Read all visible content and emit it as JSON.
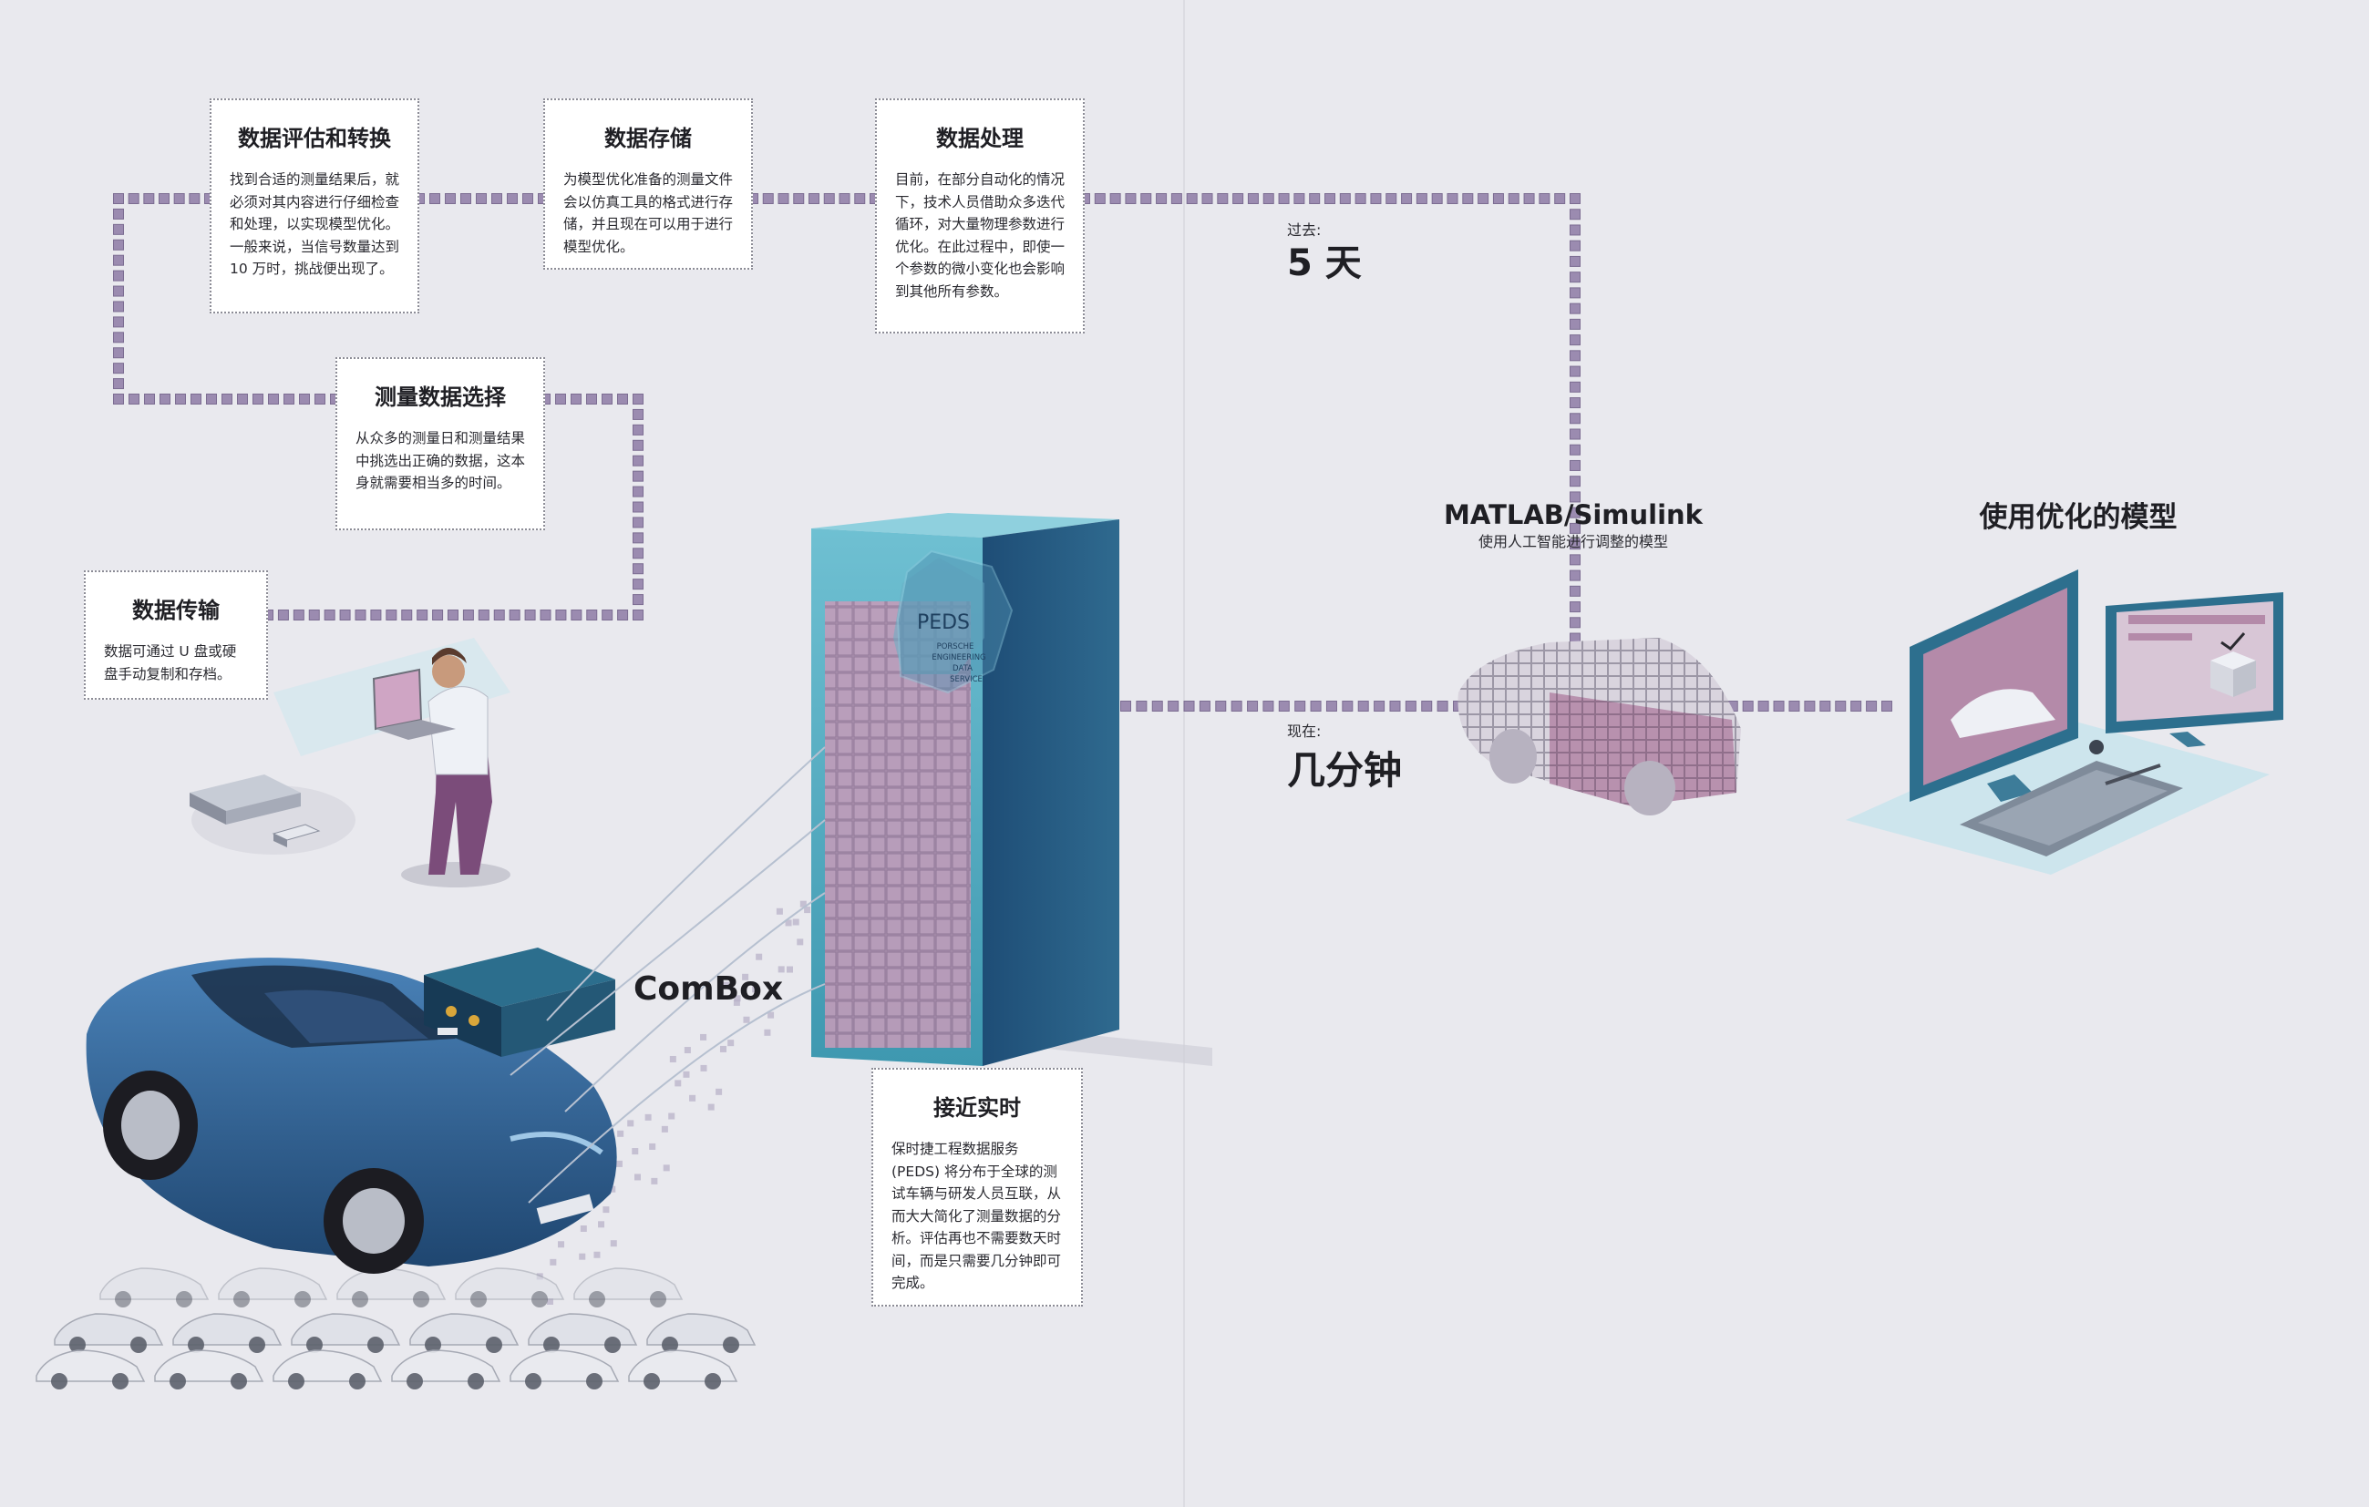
{
  "cards": {
    "eval": {
      "title": "数据评估和转换",
      "body": "找到合适的测量结果后，就必须对其内容进行仔细检查和处理，以实现模型优化。一般来说，当信号数量达到 10 万时，挑战便出现了。"
    },
    "storage": {
      "title": "数据存储",
      "body": "为模型优化准备的测量文件会以仿真工具的格式进行存储，并且现在可以用于进行模型优化。"
    },
    "process": {
      "title": "数据处理",
      "body": "目前，在部分自动化的情况下，技术人员借助众多迭代循环，对大量物理参数进行优化。在此过程中，即使一个参数的微小变化也会影响到其他所有参数。"
    },
    "select": {
      "title": "测量数据选择",
      "body": "从众多的测量日和测量结果中挑选出正确的数据，这本身就需要相当多的时间。"
    },
    "transfer": {
      "title": "数据传输",
      "body": "数据可通过 U 盘或硬盘手动复制和存档。"
    },
    "realtime": {
      "title": "接近实时",
      "body": "保时捷工程数据服务 (PEDS) 将分布于全球的测试车辆与研发人员互联，从而大大简化了测量数据的分析。评估再也不需要数天时间，而是只需要几分钟即可完成。"
    }
  },
  "labels": {
    "past_caption": "过去:",
    "past_value": "5 天",
    "now_caption": "现在:",
    "now_value": "几分钟",
    "matlab_title": "MATLAB/Simulink",
    "matlab_subtitle": "使用人工智能进行调整的模型",
    "optimized_title": "使用优化的模型",
    "combox": "ComBox"
  },
  "server_logo": {
    "abbr": "PEDS",
    "lines": [
      "PORSCHE",
      "ENGINEERING",
      "DATA",
      "SERVICE"
    ]
  },
  "colors": {
    "background": "#e9e9ee",
    "dot": "#9b8bb0",
    "car_blue": "#2d5f91",
    "server_teal": "#5fb2c6",
    "cube_pink": "#b78bab"
  },
  "icons": [
    "person-icon",
    "laptop-icon",
    "hard-drive-icon",
    "usb-stick-icon",
    "car-icon",
    "combox-icon",
    "server-rack-icon",
    "voxel-car-icon",
    "monitor-icon",
    "check-cube-icon",
    "tablet-icon"
  ]
}
